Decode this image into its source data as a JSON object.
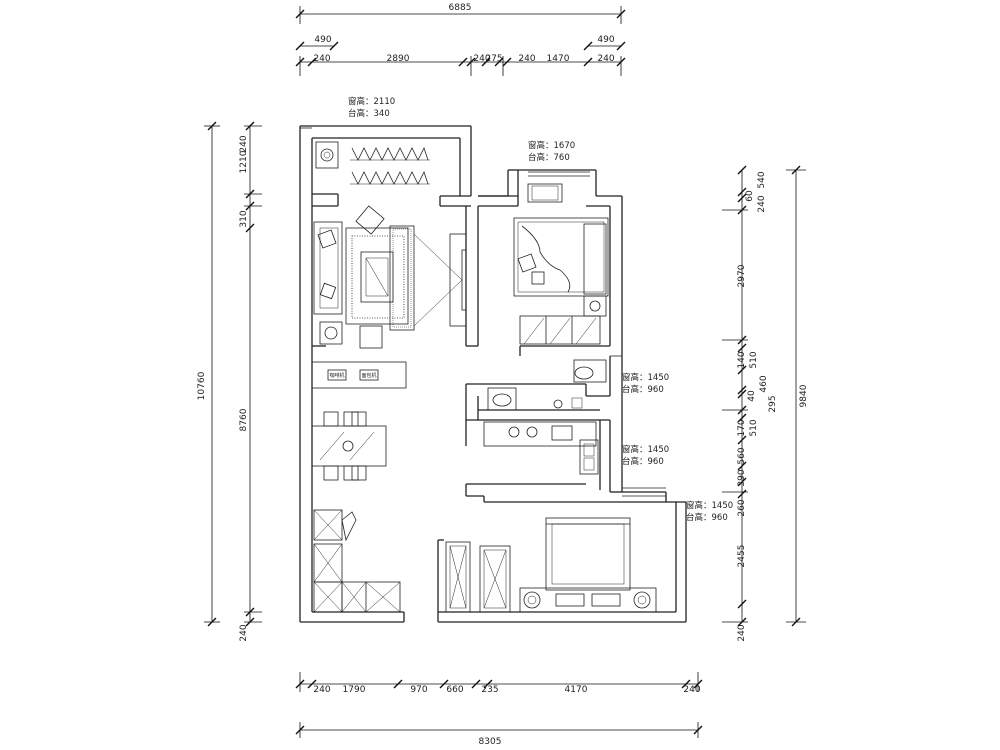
{
  "dimensions": {
    "top_total": "6885",
    "top_row1": [
      "490",
      "490"
    ],
    "top_row2": [
      "240",
      "2890",
      "240",
      "275",
      "240",
      "1470",
      "240"
    ],
    "bottom_row1": [
      "240",
      "1790",
      "970",
      "660",
      "235",
      "4170",
      "240"
    ],
    "bottom_total": "8305",
    "left_total": "10760",
    "left_parts": [
      "1210",
      "240",
      "310",
      "8760",
      "240"
    ],
    "right_total": "9840",
    "right_parts": [
      "540",
      "60",
      "240",
      "2970",
      "140",
      "510",
      "460",
      "40",
      "295",
      "170",
      "510",
      "560",
      "390",
      "260",
      "2455",
      "240"
    ]
  },
  "window_notes": [
    {
      "line1": "窗高：2110",
      "line2": "台高：340"
    },
    {
      "line1": "窗高：1670",
      "line2": "台高：760"
    },
    {
      "line1": "窗高：1450",
      "line2": "台高：960"
    },
    {
      "line1": "窗高：1450",
      "line2": "台高：960"
    },
    {
      "line1": "窗高：1450",
      "line2": "台高：960"
    }
  ],
  "cabinet_labels": [
    "咖啡机",
    "面包机"
  ]
}
